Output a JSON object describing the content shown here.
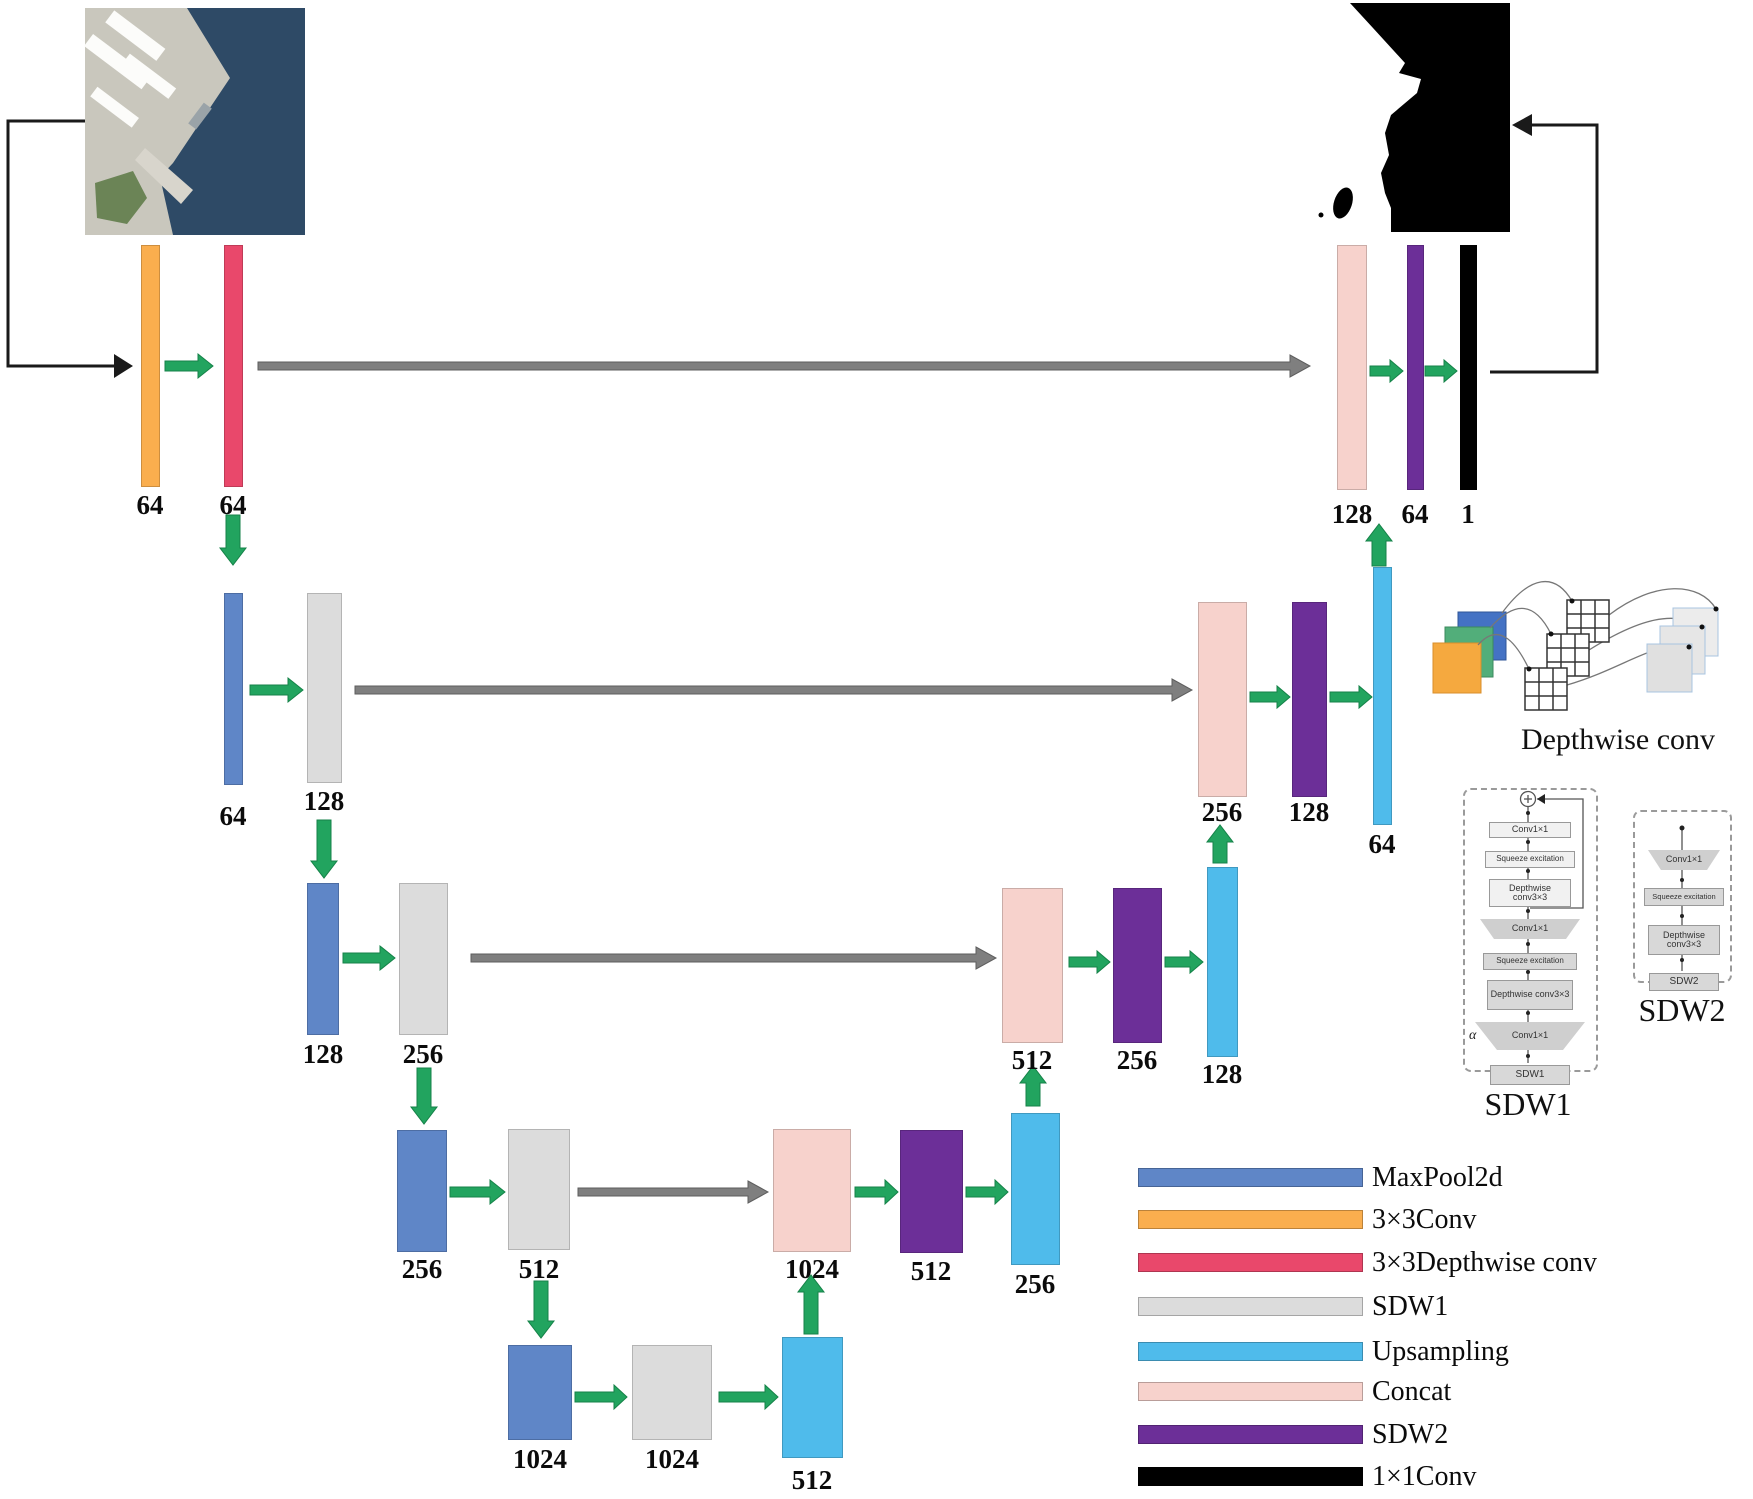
{
  "colors": {
    "maxpool": "#5F86C7",
    "conv3x3": "#FAAE4E",
    "depthwise3x3": "#E9486B",
    "sdw1": "#DCDCDC",
    "upsampling": "#4FBBEB",
    "concat": "#F7D2CC",
    "sdw2": "#6C2F98",
    "conv1x1": "#000000",
    "arrow_green": "#22A45F",
    "arrow_gray": "#7F7F7F"
  },
  "labels": {
    "enc1_conv": "64",
    "enc1_dw": "64",
    "enc2_pool": "64",
    "enc2_sdw1": "128",
    "enc3_pool": "128",
    "enc3_sdw1": "256",
    "enc4_pool": "256",
    "enc4_sdw1": "512",
    "bot_pool": "1024",
    "bot_sdw1": "1024",
    "bot_up": "512",
    "dec4_concat": "1024",
    "dec4_sdw2": "512",
    "dec4_up": "256",
    "dec3_concat": "512",
    "dec3_sdw2": "256",
    "dec3_up": "128",
    "dec2_concat": "256",
    "dec2_sdw2": "128",
    "dec2_up": "64",
    "dec1_concat": "128",
    "dec1_sdw2": "64",
    "dec1_conv": "1"
  },
  "captions": {
    "depthwise_conv": "Depthwise conv",
    "sdw1": "SDW1",
    "sdw2": "SDW2"
  },
  "sdw1_block": {
    "steps": [
      "Conv1×1",
      "Squeeze excitation",
      "Depthwise conv3×3",
      "Conv1×1",
      "Squeeze excitation",
      "Depthwise conv3×3",
      "Conv1×1"
    ],
    "alpha": "α",
    "tag": "SDW1"
  },
  "sdw2_block": {
    "steps": [
      "Conv1×1",
      "Squeeze excitation",
      "Depthwise conv3×3"
    ],
    "tag": "SDW2"
  },
  "legend": {
    "items": [
      {
        "label": "MaxPool2d",
        "color": "#5F86C7"
      },
      {
        "label": "3×3Conv",
        "color": "#FAAE4E"
      },
      {
        "label": "3×3Depthwise conv",
        "color": "#E9486B"
      },
      {
        "label": "SDW1",
        "color": "#DCDCDC"
      },
      {
        "label": "Upsampling",
        "color": "#4FBBEB"
      },
      {
        "label": "Concat",
        "color": "#F7D2CC"
      },
      {
        "label": "SDW2",
        "color": "#6C2F98"
      },
      {
        "label": "1×1Conv",
        "color": "#000000"
      }
    ]
  }
}
